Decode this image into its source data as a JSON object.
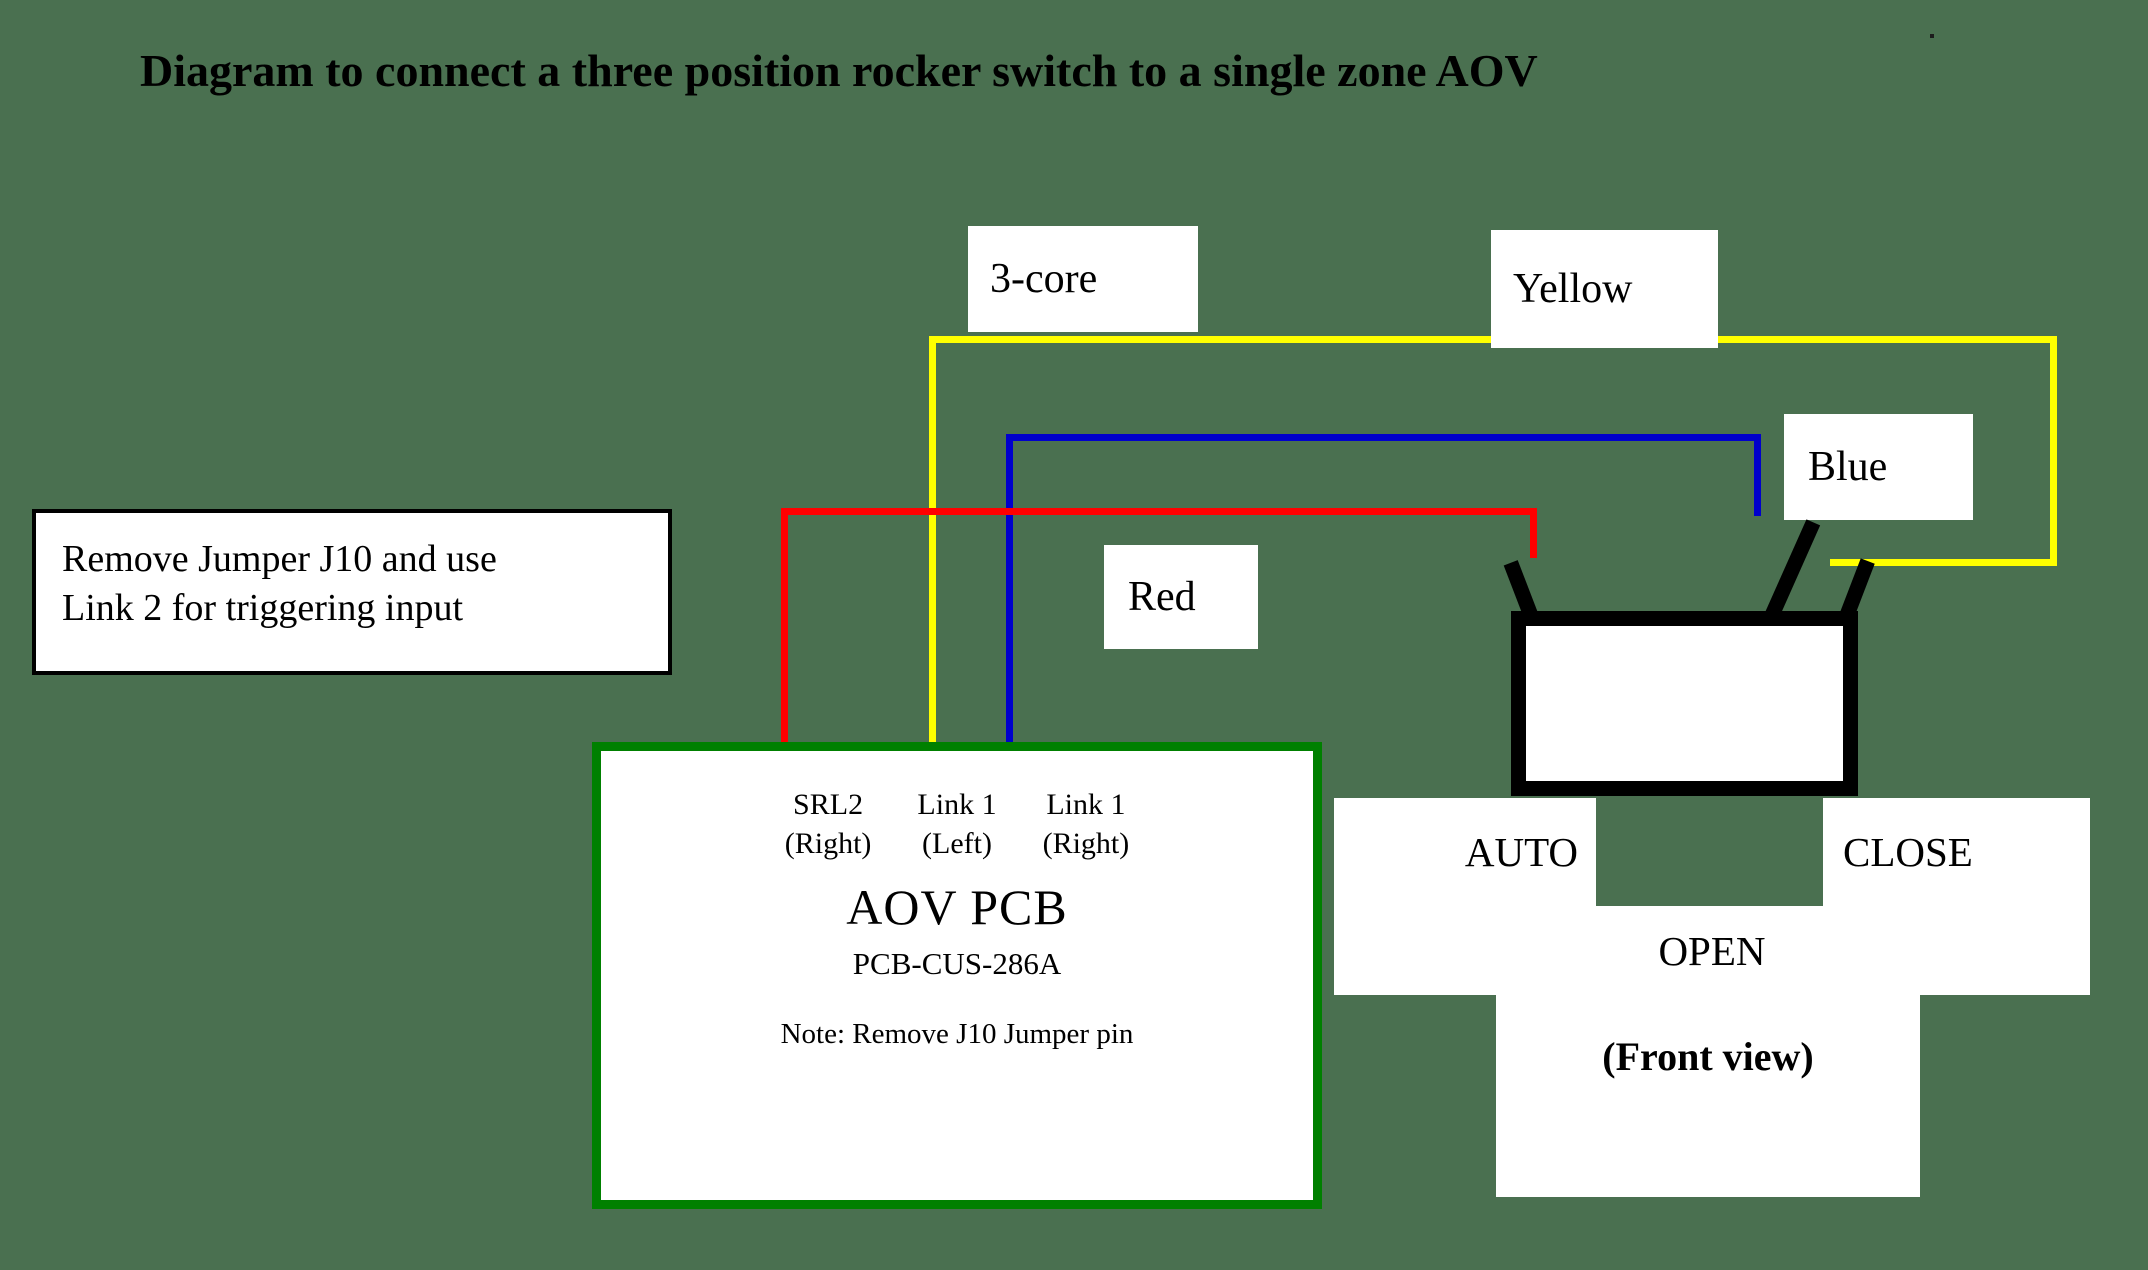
{
  "background_color": "#4a7050",
  "title": {
    "text": "Diagram to connect a three position rocker switch to a single zone AOV"
  },
  "note_box": {
    "line1": "Remove Jumper J10 and use",
    "line2": "Link 2 for triggering input"
  },
  "aov_pcb": {
    "title": "AOV  PCB",
    "part_number": "PCB-CUS-286A",
    "note": "Note: Remove J10 Jumper pin",
    "border_color": "#008000",
    "pins": [
      {
        "name": "SRL2",
        "side": "(Right)"
      },
      {
        "name": "Link 1",
        "side": "(Left)"
      },
      {
        "name": "Link 1",
        "side": "(Right)"
      }
    ]
  },
  "wires": [
    {
      "name": "3-core",
      "label": "3-core",
      "color": "#ffff00"
    },
    {
      "name": "yellow-wire",
      "label": "Yellow",
      "color": "#ffff00"
    },
    {
      "name": "blue-wire",
      "label": "Blue",
      "color": "#0000cc"
    },
    {
      "name": "red-wire",
      "label": "Red",
      "color": "#ff0000"
    }
  ],
  "switch": {
    "position_left": "AUTO",
    "position_middle": "OPEN",
    "position_right": "CLOSE",
    "view_caption": "(Front view)",
    "body_color": "#000000",
    "face_color": "#ffffff"
  }
}
